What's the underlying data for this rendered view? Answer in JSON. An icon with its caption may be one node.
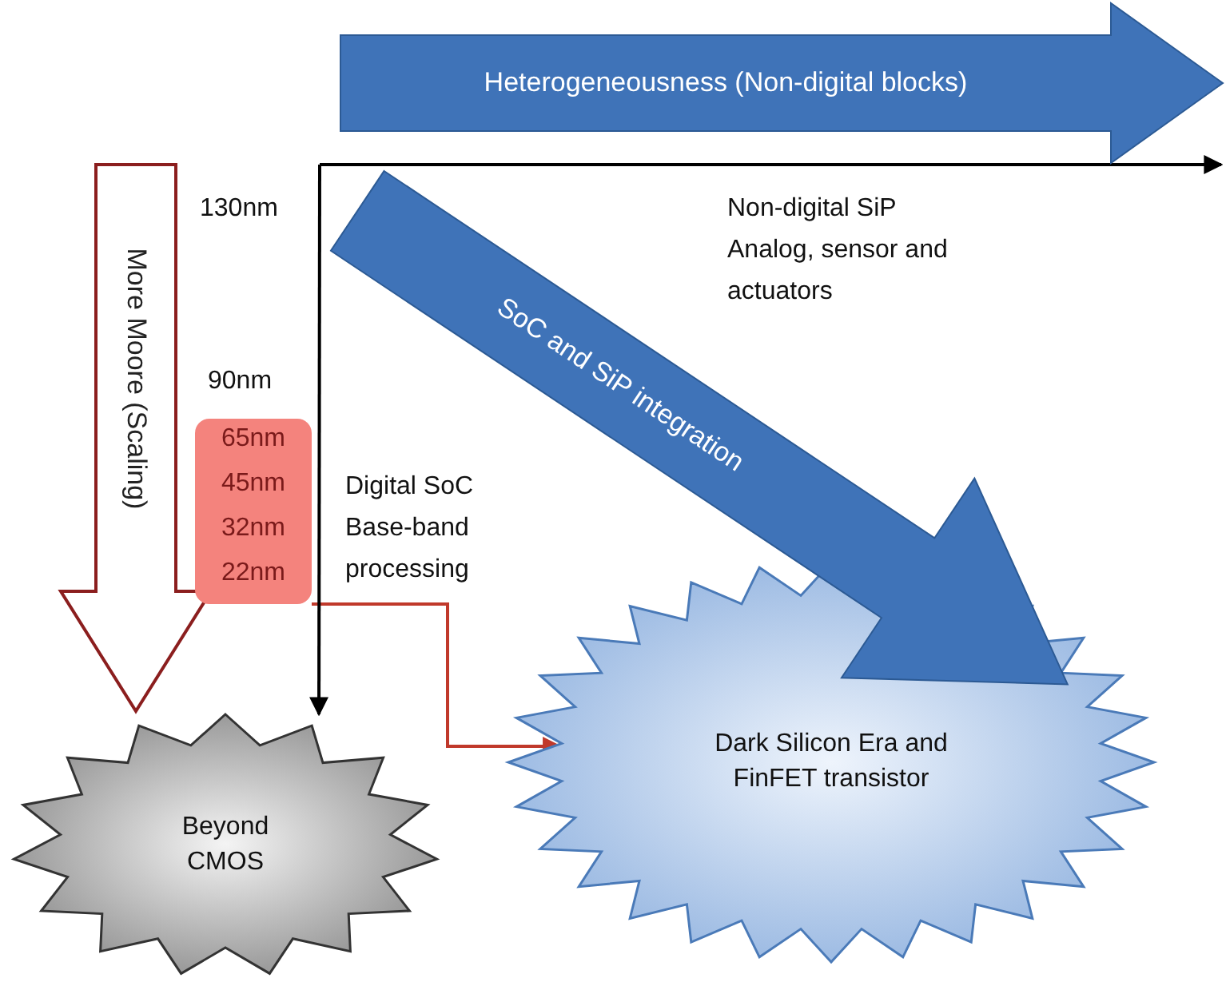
{
  "diagram": {
    "nodes": [
      {
        "text": [
          "Heterogeneousness (Non-digital blocks)"
        ]
      },
      {
        "text": [
          "More Moore (Scaling)"
        ]
      },
      {
        "text": [
          "65nm",
          "45nm",
          "32nm",
          "22nm"
        ]
      },
      {
        "text": [
          "SoC and SiP integration"
        ]
      },
      {
        "text": [
          "Beyond CMOS"
        ]
      },
      {
        "text": [
          "Dark Silicon Era and FinFET transistor"
        ]
      }
    ],
    "edges": [
      {
        "from": 2,
        "to": 5,
        "arrow": "to",
        "color": "#c0392b"
      },
      {
        "from": null,
        "to": 4,
        "arrow": "to",
        "color": "#000000"
      }
    ],
    "labels": [
      "130nm",
      "Non-digital SiP Analog, sensor and actuators",
      "90nm",
      "Digital SoC Base-band processing"
    ]
  }
}
